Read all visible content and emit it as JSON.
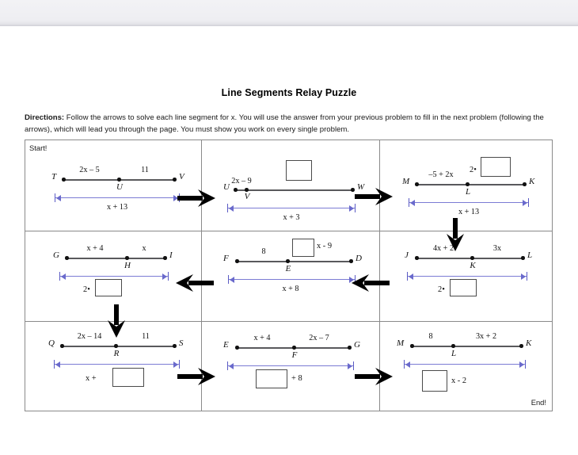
{
  "document": {
    "title": "Line Segments Relay Puzzle",
    "directions_prefix": "Directions:",
    "directions_text": " Follow the arrows to solve each line segment for x.  You will use the answer from your previous problem to fill in the next problem (following the arrows), which will lead you through the page.  You must show you work on every single problem.",
    "start_label": "Start!",
    "end_label": "End!"
  },
  "colors": {
    "dimension_line": "#7b7bd4",
    "dimension_cap": "#5a5ac4",
    "segment_line": "#59595c",
    "grid_border": "#8a8a8a",
    "arrow": "#000000"
  },
  "problems": [
    {
      "id": "problem-1",
      "left_point": "T",
      "mid_point": "U",
      "right_point": "V",
      "left_expr": "2x – 5",
      "right_expr": "11",
      "total_expr": "x + 13",
      "has_top_box": false,
      "total_box": "none"
    },
    {
      "id": "problem-2",
      "left_point": "U",
      "mid_point": "V",
      "right_point": "W",
      "left_expr": "2x – 9",
      "right_expr": "",
      "total_expr": "x + 3",
      "has_top_box": true,
      "top_box_prefix": "",
      "top_box_suffix": "",
      "total_box": "none"
    },
    {
      "id": "problem-3",
      "left_point": "M",
      "mid_point": "L",
      "right_point": "K",
      "left_expr": "–5 + 2x",
      "right_expr": "",
      "total_expr": "x + 13",
      "has_top_box": true,
      "top_box_prefix": "2•",
      "top_box_suffix": "",
      "total_box": "none"
    },
    {
      "id": "problem-4",
      "left_point": "G",
      "mid_point": "H",
      "right_point": "I",
      "left_expr": "x + 4",
      "right_expr": "x",
      "total_expr": "",
      "has_top_box": false,
      "total_box": "prefix",
      "total_box_prefix": "2•",
      "total_box_suffix": ""
    },
    {
      "id": "problem-5",
      "left_point": "F",
      "mid_point": "E",
      "right_point": "D",
      "left_expr": "8",
      "right_expr": "",
      "total_expr": "x + 8",
      "has_top_box": true,
      "top_box_prefix": "",
      "top_box_suffix": "x - 9",
      "total_box": "none"
    },
    {
      "id": "problem-6",
      "left_point": "J",
      "mid_point": "K",
      "right_point": "L",
      "left_expr": "4x + 2",
      "right_expr": "3x",
      "total_expr": "",
      "has_top_box": false,
      "total_box": "prefix",
      "total_box_prefix": "2•",
      "total_box_suffix": ""
    },
    {
      "id": "problem-7",
      "left_point": "Q",
      "mid_point": "R",
      "right_point": "S",
      "left_expr": "2x – 14",
      "right_expr": "11",
      "total_expr": "",
      "has_top_box": false,
      "total_box": "prefix",
      "total_box_prefix": "x  +",
      "total_box_suffix": ""
    },
    {
      "id": "problem-8",
      "left_point": "E",
      "mid_point": "F",
      "right_point": "G",
      "left_expr": "x + 4",
      "right_expr": "2x – 7",
      "total_expr": "",
      "has_top_box": false,
      "total_box": "suffix",
      "total_box_prefix": "",
      "total_box_suffix": "+ 8"
    },
    {
      "id": "problem-9",
      "left_point": "M",
      "mid_point": "L",
      "right_point": "K",
      "left_expr": "8",
      "right_expr": "3x + 2",
      "total_expr": "",
      "has_top_box": false,
      "total_box": "suffix",
      "total_box_prefix": "",
      "total_box_suffix": "x - 2"
    }
  ],
  "flow_arrows": [
    {
      "name": "arrow-1-to-2",
      "direction": "right"
    },
    {
      "name": "arrow-2-to-3",
      "direction": "right"
    },
    {
      "name": "arrow-3-to-6",
      "direction": "down"
    },
    {
      "name": "arrow-6-to-5",
      "direction": "left"
    },
    {
      "name": "arrow-5-to-4",
      "direction": "left"
    },
    {
      "name": "arrow-4-to-7",
      "direction": "down"
    },
    {
      "name": "arrow-7-to-8",
      "direction": "right"
    },
    {
      "name": "arrow-8-to-9",
      "direction": "right"
    }
  ]
}
